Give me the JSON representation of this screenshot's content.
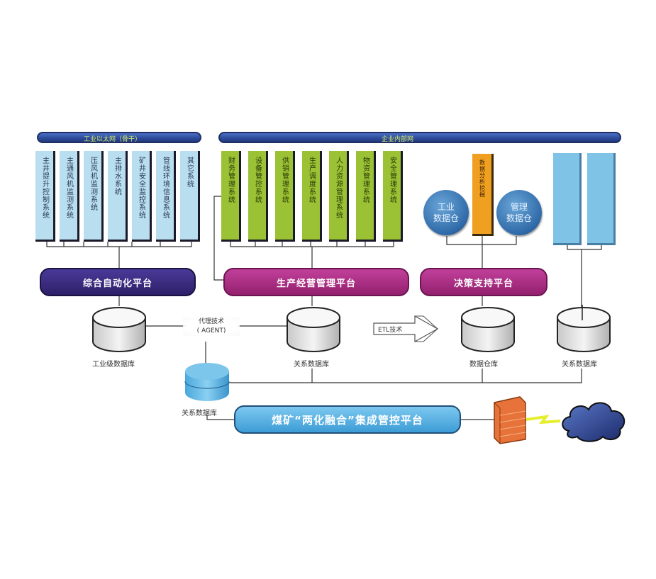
{
  "buses": {
    "left": "工业以太网（骨干）",
    "right": "企业内部网"
  },
  "automation_systems": [
    "主井提升控制系统",
    "主通风机监测系统",
    "压风机监测系统",
    "主排水系统",
    "矿井安全监控系统",
    "管线环境信息系统",
    "其它系统"
  ],
  "management_systems": [
    "财务管理系统",
    "设备管控系统",
    "供销管理系统",
    "生产调度系统",
    "人力资源管理系统",
    "物资管理系统",
    "安全管理系统"
  ],
  "decision": {
    "left_circle": [
      "工业",
      "数据仓"
    ],
    "right_circle": [
      "管理",
      "数据仓"
    ],
    "bar": "数据分析挖掘"
  },
  "right_systems": [
    "",
    ""
  ],
  "platforms": {
    "automation": "综合自动化平台",
    "production": "生产经营管理平台",
    "decision": "决策支持平台",
    "integrated": "煤矿“两化融合”集成管控平台"
  },
  "databases": {
    "industrial": "工业级数据库",
    "agent_line1": "代理技术",
    "agent_line2": "( AGENT)",
    "relational_mid": "关系数据库",
    "etl": "ETL技术",
    "warehouse": "数据仓库",
    "relational_right": "关系数据库",
    "relational_bottom": "关系数据库"
  },
  "colors": {
    "automation_platform": "#3a2a7a",
    "production_platform": "#a8287e",
    "decision_platform": "#a8287e",
    "integrated_platform": "#5ab4e4",
    "orange_bar": "#f0a020"
  }
}
